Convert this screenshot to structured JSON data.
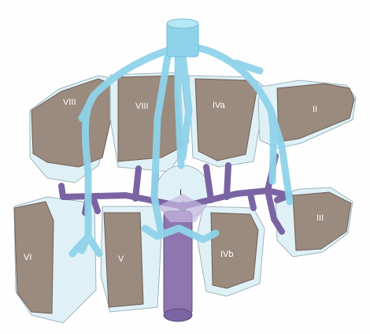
{
  "colors": {
    "segment_fill": "#9b8a7e",
    "segment_cut": "#dff1f6",
    "hepatic_vein": "#8fd3ea",
    "portal_vein": "#7a64a3",
    "ivc": "#8d76ad"
  },
  "segments": {
    "seg_viii_right": "VIII",
    "seg_viii_center": "VIII",
    "seg_iva": "IVa",
    "seg_ii": "II",
    "seg_i": "I",
    "seg_iii": "III",
    "seg_vi": "VI",
    "seg_v": "V",
    "seg_ivb": "IVb"
  }
}
